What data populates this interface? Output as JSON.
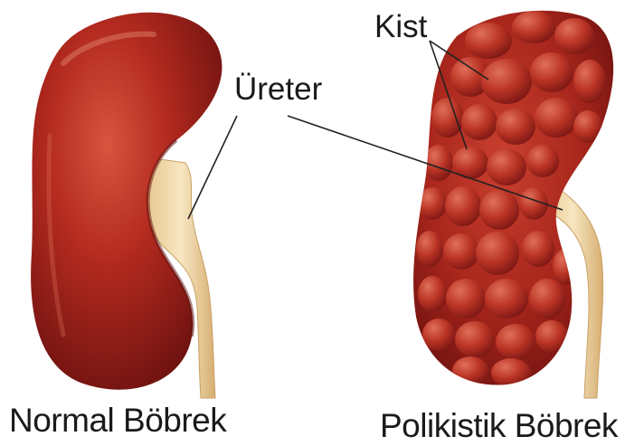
{
  "labels": {
    "kist": "Kist",
    "ureter": "Üreter"
  },
  "captions": {
    "normal": "Normal Böbrek",
    "polycystic": "Polikistik Böbrek"
  },
  "colors": {
    "kidney_dark": "#7a1512",
    "kidney_mid": "#b3291f",
    "kidney_light": "#d65a44",
    "ureter_fill": "#f2dcae",
    "ureter_shade": "#d9b57d",
    "leader_line": "#222222",
    "background": "#ffffff"
  }
}
